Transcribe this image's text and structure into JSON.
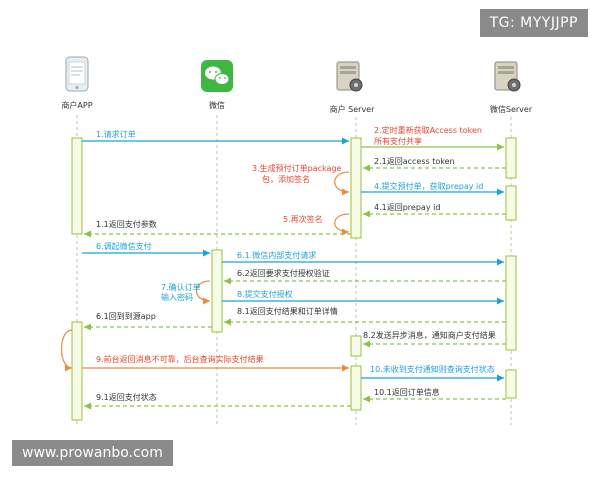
{
  "watermarks": {
    "top": "TG: MYYJJPP",
    "bottom": "www.prowanbo.com"
  },
  "participants": {
    "merchant_app": "商户APP",
    "wechat": "微信",
    "merchant_server": "商户 Server",
    "wechat_server": "微信Server"
  },
  "messages": {
    "m1": "1.请求订单",
    "m2a": "2.定时重新获取Access token",
    "m2b": "所有支付共享",
    "m21": "2.1返回access token",
    "m3a": "3.生成预付订单package",
    "m3b": "包，添加签名",
    "m4": "4.提交预付单，获取prepay id",
    "m41": "4.1返回prepay id",
    "m5": "5.再次签名",
    "m11": "1.1返回支付参数",
    "m6": "6.调起微信支付",
    "m61": "6.1.微信内部支付请求",
    "m62": "6.2返回要求支付授权验证",
    "m7a": "7.确认订单",
    "m7b": "输入密码",
    "m8": "8.提交支付授权",
    "m81": "8.1返回支付结果和订单详情",
    "m61b": "6.1回到到源app",
    "m82": "8.2发送异步消息，通知商户支付结果",
    "m9": "9.前台返回消息不可靠，后台查询实际支付结果",
    "m10": "10.未收到支付通知则查询支付状态",
    "m101": "10.1返回订单信息",
    "m91": "9.1返回支付状态"
  },
  "colors": {
    "blue": "#1fa0da",
    "red": "#e8432e",
    "green": "#8bc34a",
    "orange": "#f08a3c",
    "activation_fill": "#f6fbe8",
    "activation_border": "#9bc03a"
  }
}
